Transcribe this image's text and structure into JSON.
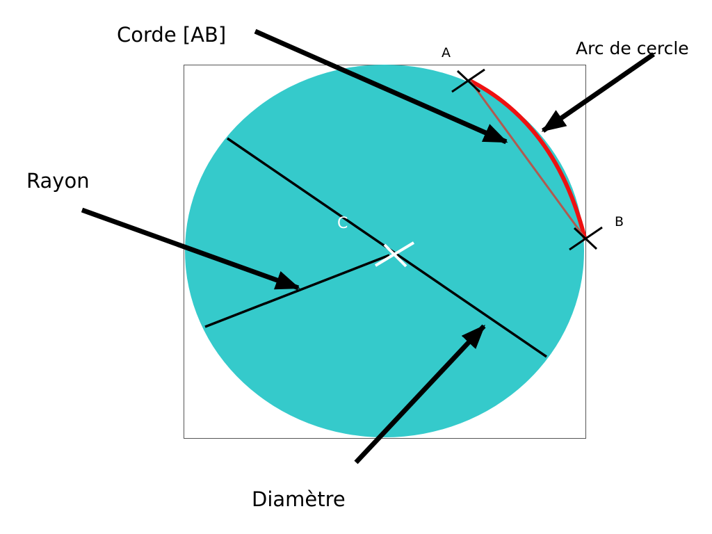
{
  "labels": {
    "chord": "Corde [AB]",
    "arc": "Arc de cercle",
    "radius": "Rayon",
    "diameter": "Diamètre",
    "center": "C",
    "point_a": "A",
    "point_b": "B"
  },
  "colors": {
    "disk": "#35CACB",
    "arc": "#EE1111",
    "chord": "#B05A50",
    "lines": "#000000",
    "center_mark": "#ffffff",
    "center_label": "#ffffff",
    "frame": "#555555"
  }
}
